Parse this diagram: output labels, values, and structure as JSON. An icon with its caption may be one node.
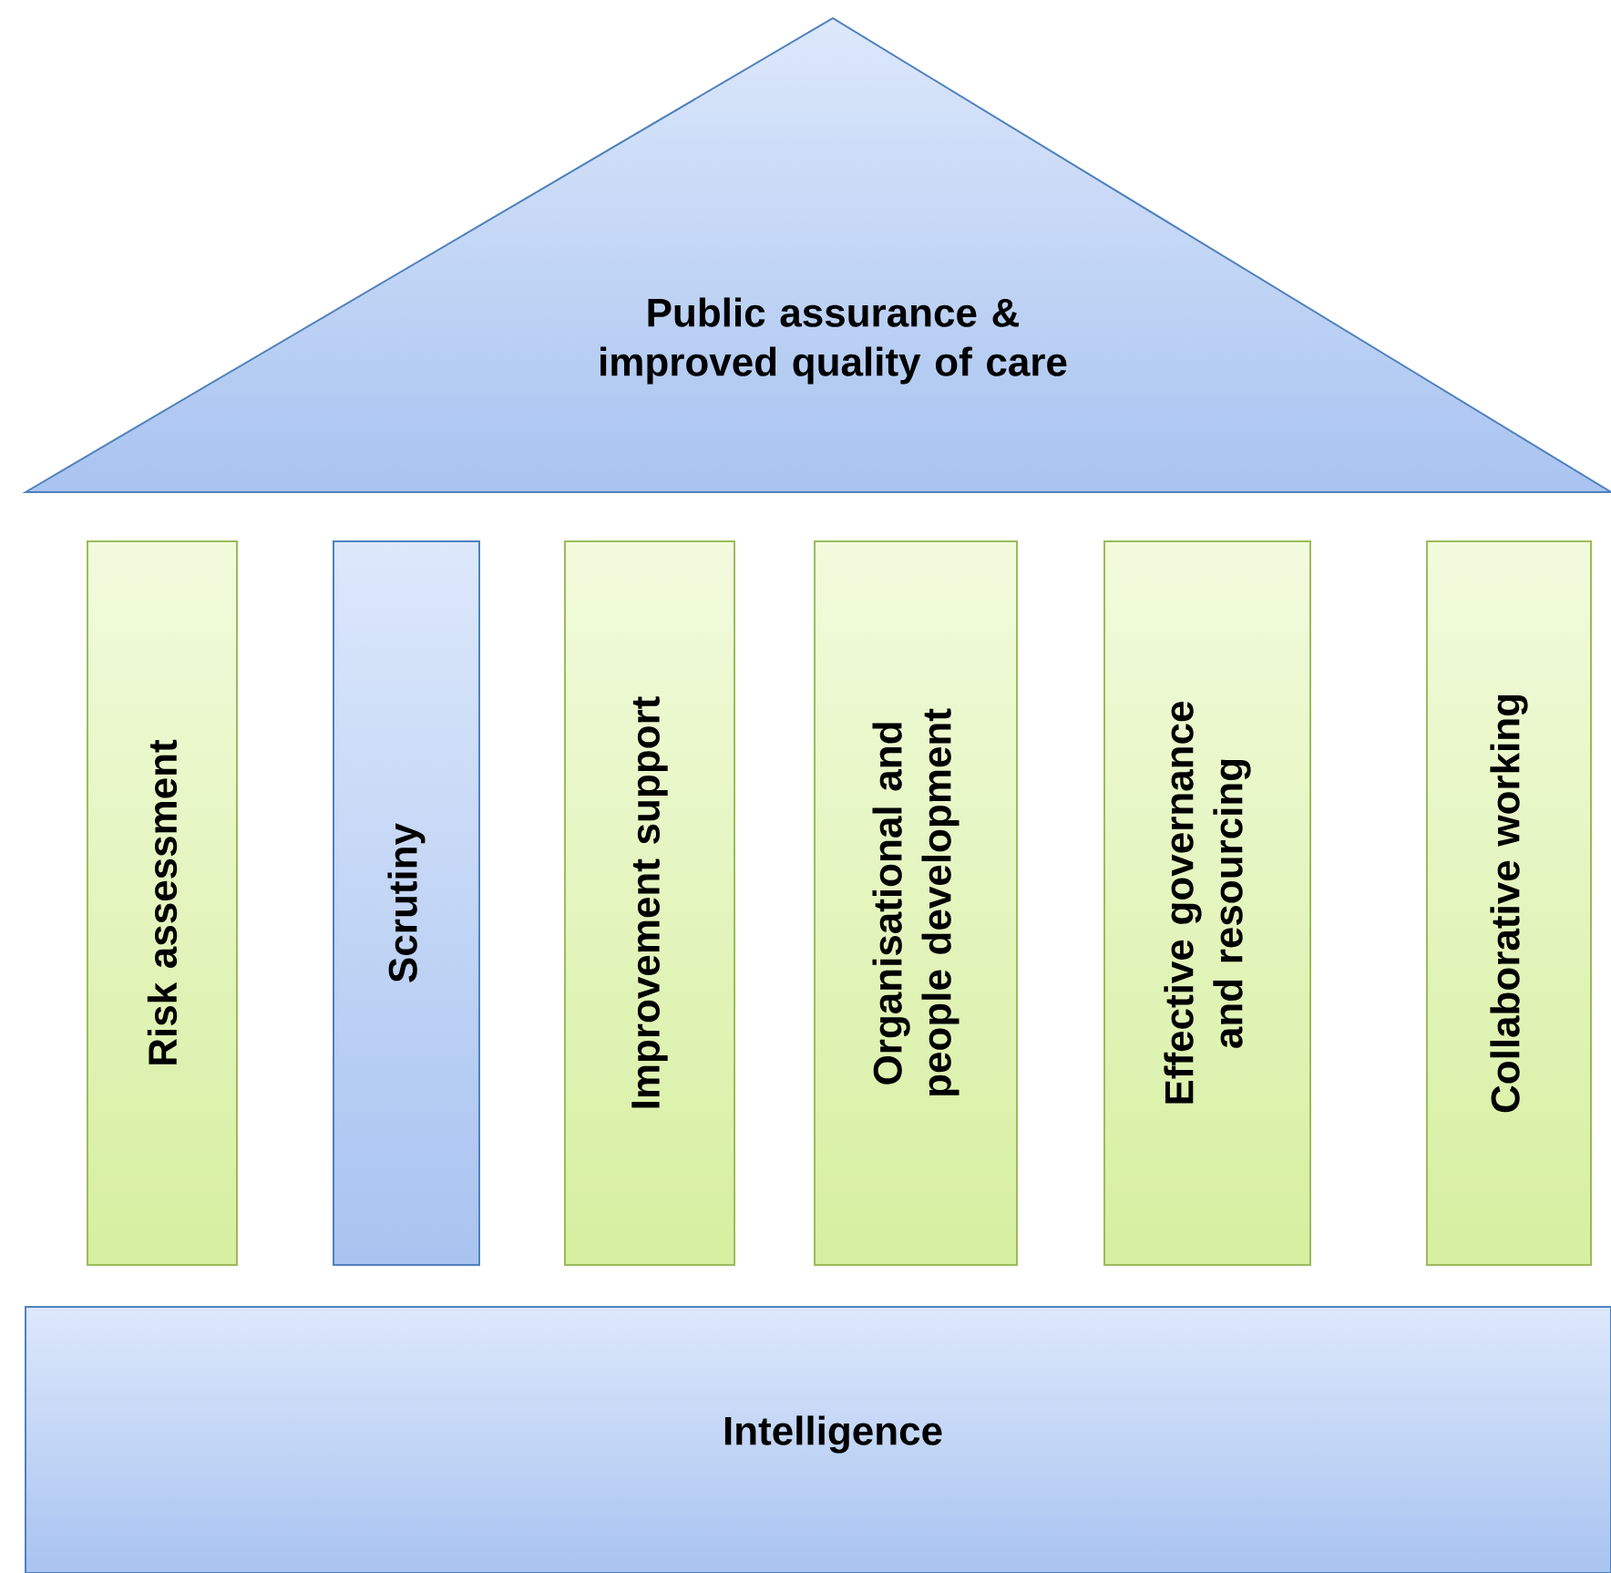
{
  "diagram": {
    "nodes": [
      {
        "text": [
          "Public assurance & improved quality of care"
        ]
      },
      {
        "text": [
          "Risk assessment"
        ]
      },
      {
        "text": [
          "Scrutiny"
        ]
      },
      {
        "text": [
          "Improvement support"
        ]
      },
      {
        "text": [
          "Organisational and people development"
        ]
      },
      {
        "text": [
          "Effective governance and resourcing"
        ]
      },
      {
        "text": [
          "Collaborative working"
        ]
      },
      {
        "text": [
          "Intelligence"
        ]
      }
    ]
  }
}
